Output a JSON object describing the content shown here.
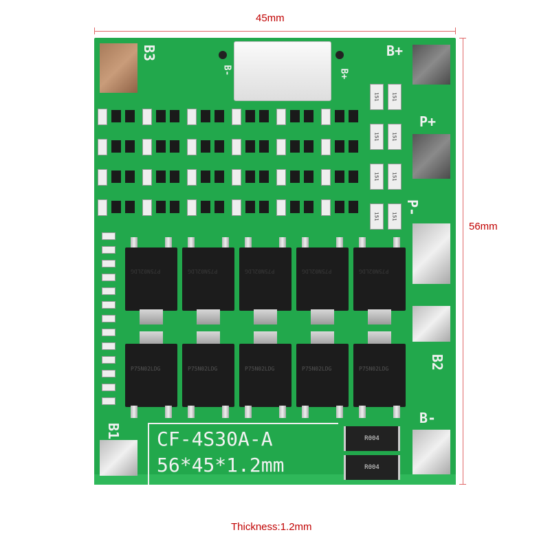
{
  "dimensions": {
    "width": "45mm",
    "height": "56mm",
    "thickness": "Thickness:1.2mm"
  },
  "board": {
    "model": "CF-4S30A-A",
    "size": "56*45*1.2mm",
    "labels": {
      "b3": "B3",
      "b_minus_top": "B-",
      "b_plus_conn": "B+",
      "b_plus": "B+",
      "p_plus": "P+",
      "p_minus": "P-",
      "b2": "B2",
      "b1": "B1",
      "b_minus": "B-"
    },
    "shunt_marking": "R004",
    "mosfet_marking": "P75N02LDG",
    "resistor_marking": "151",
    "colors": {
      "pcb": "#22a84c",
      "dimension": "#c00000"
    }
  }
}
